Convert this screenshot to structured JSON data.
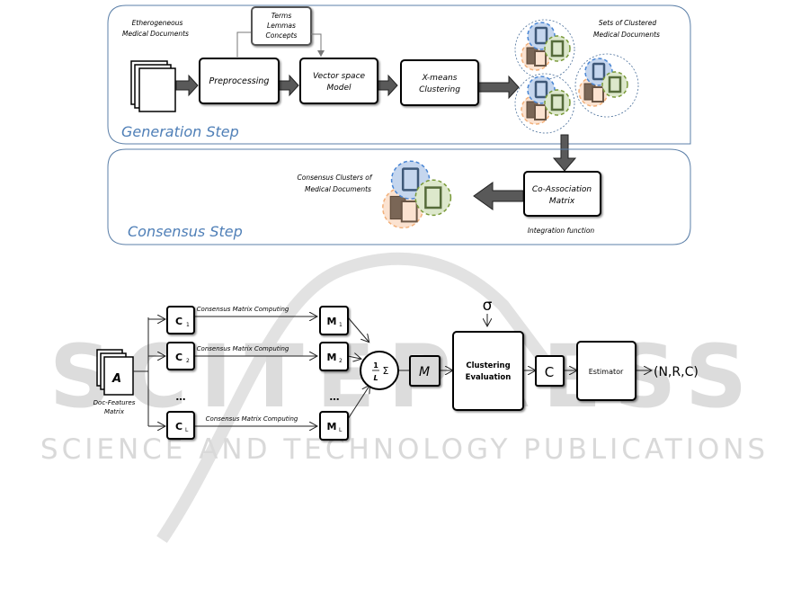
{
  "generation": {
    "step_label": "Generation Step",
    "input_label_1": "Etherogeneous",
    "input_label_2": "Medical Documents",
    "preprocessing": "Preprocessing",
    "terms_1": "Terms",
    "terms_2": "Lemmas",
    "terms_3": "Concepts",
    "vsm_1": "Vector space",
    "vsm_2": "Model",
    "xmeans_1": "X-means",
    "xmeans_2": "Clustering",
    "sets_1": "Sets of Clustered",
    "sets_2": "Medical Documents"
  },
  "consensus": {
    "step_label": "Consensus Step",
    "coassoc_1": "Co-Association",
    "coassoc_2": "Matrix",
    "integration": "Integration function",
    "result_1": "Consensus Clusters of",
    "result_2": "Medical Documents"
  },
  "pipeline": {
    "matrix_letter": "A",
    "matrix_label_1": "Doc-Features",
    "matrix_label_2": "Matrix",
    "c1": "C",
    "c1_sub": "1",
    "c2": "C",
    "c2_sub": "2",
    "cl": "C",
    "cl_sub": "L",
    "m1": "M",
    "m1_sub": "1",
    "m2": "M",
    "m2_sub": "2",
    "ml": "M",
    "ml_sub": "L",
    "ellipsis": "…",
    "edge_label": "Consensus Matrix Computing",
    "sum_num": "1",
    "sum_den": "L",
    "sum_sym": "Σ",
    "m_avg": "M",
    "sigma": "σ",
    "eval_1": "Clustering",
    "eval_2": "Evaluation",
    "c_out": "C",
    "estimator": "Estimator",
    "output": "(N,R,C)"
  },
  "watermark": {
    "line1": "SCITEPRESS",
    "line2": "SCIENCE AND TECHNOLOGY PUBLICATIONS"
  },
  "colors": {
    "panel_border": "#5b7fa8",
    "step_text": "#4f7fb7",
    "arrow_fill": "#595959",
    "blue_fill": "#c5d6ee",
    "blue_dash": "#4a86d4",
    "green_fill": "#dde8cc",
    "green_dash": "#7a9a3a",
    "orange_fill": "#fbe2d0",
    "orange_dash": "#f2b07a",
    "watermark": "#d9d9d9"
  }
}
